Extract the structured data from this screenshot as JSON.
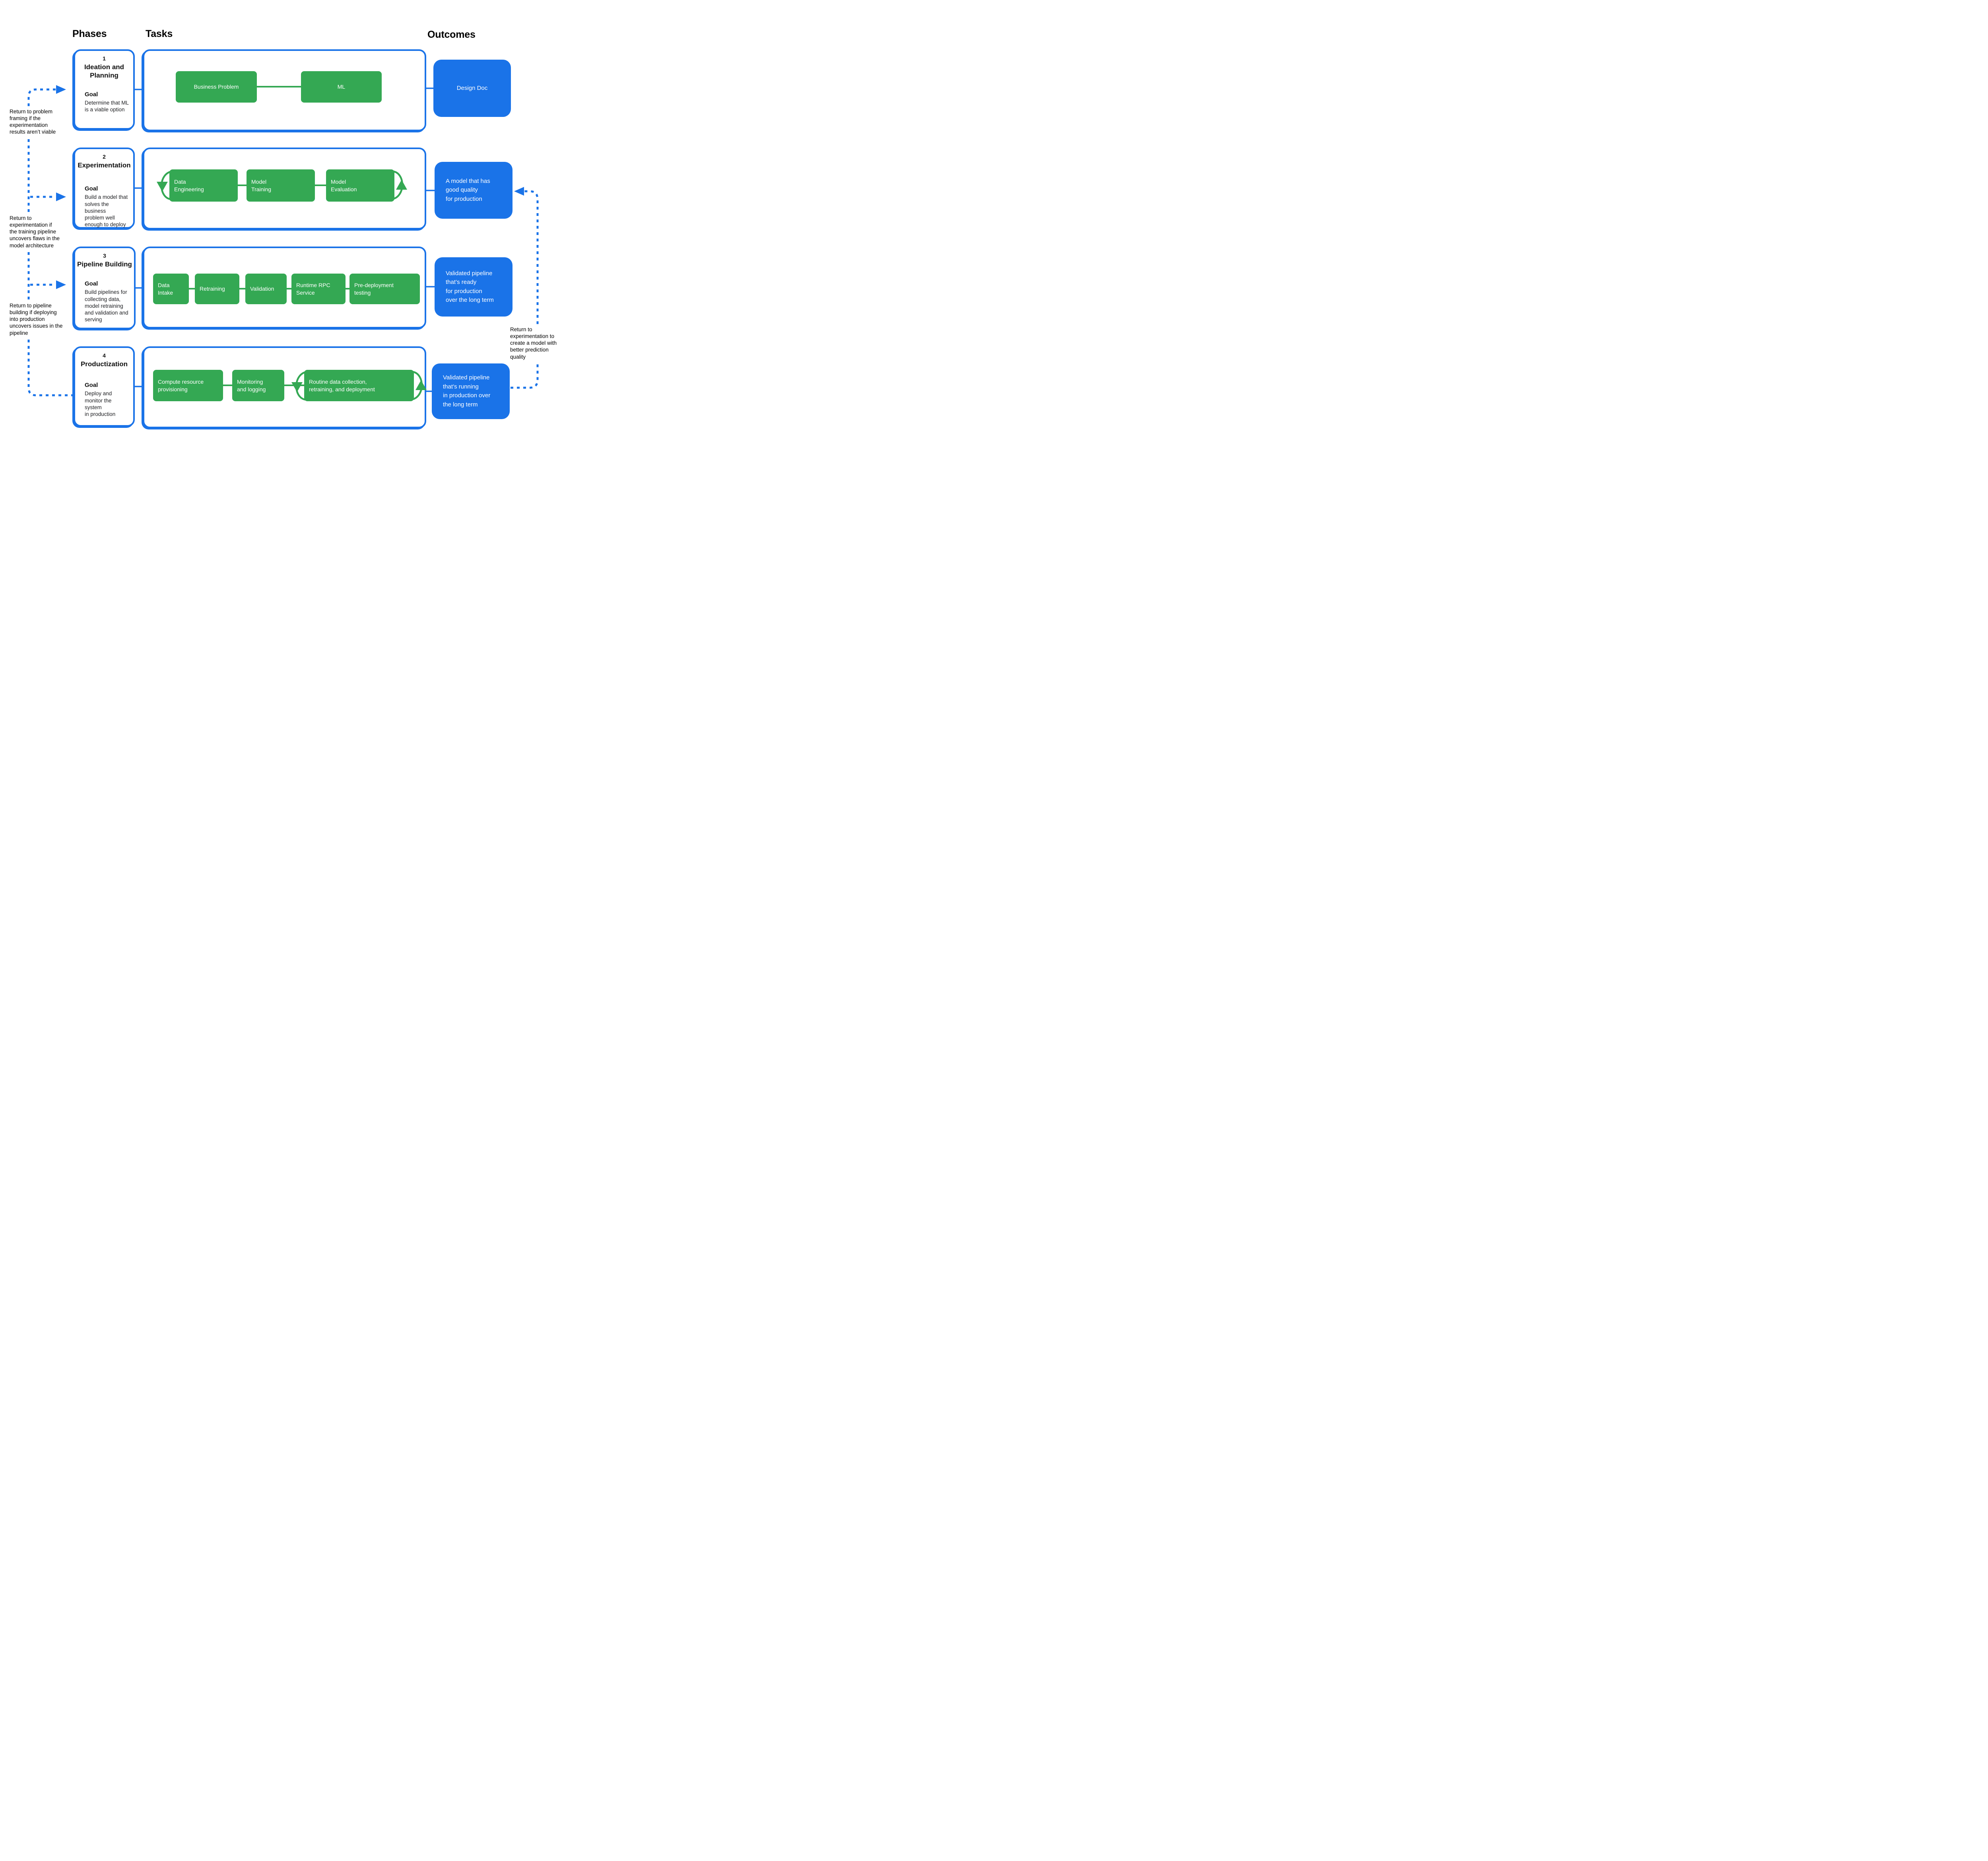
{
  "colors": {
    "blue": "#1A73E8",
    "green": "#34A853",
    "text": "#111111"
  },
  "headers": {
    "phases": "Phases",
    "tasks": "Tasks",
    "outcomes": "Outcomes"
  },
  "phases": [
    {
      "number": "1",
      "title": "Ideation and\nPlanning",
      "goal_label": "Goal",
      "goal": "Determine that ML\nis a viable option"
    },
    {
      "number": "2",
      "title": "Experimentation",
      "goal_label": "Goal",
      "goal": "Build a model that\nsolves the business\nproblem well\nenough to deploy"
    },
    {
      "number": "3",
      "title": "Pipeline Building",
      "goal_label": "Goal",
      "goal": "Build pipelines for\ncollecting data,\nmodel retraining\nand validation and\nserving"
    },
    {
      "number": "4",
      "title": "Productization",
      "goal_label": "Goal",
      "goal": "Deploy and\nmonitor the system\nin production"
    }
  ],
  "tasks": {
    "row1": [
      "Business Problem",
      "ML"
    ],
    "row2": [
      "Data\nEngineering",
      "Model\nTraining",
      "Model\nEvaluation"
    ],
    "row3": [
      "Data\nIntake",
      "Retraining",
      "Validation",
      "Runtime RPC\nService",
      "Pre-deployment\ntesting"
    ],
    "row4": [
      "Compute resource\nprovisioning",
      "Monitoring\nand logging",
      "Routine data collection,\nretraining, and deployment"
    ]
  },
  "outcomes": [
    "Design Doc",
    "A model that has\ngood quality\nfor production",
    "Validated pipeline\nthat’s ready\nfor production\nover the long term",
    "Validated pipeline\nthat’s running\nin production over\nthe long term"
  ],
  "annotations": {
    "left": [
      "Return to problem\nframing if the\nexperimentation\nresults aren’t viable",
      "Return to\nexperimentation if\nthe training pipeline\nuncovers flaws in the\nmodel architecture",
      "Return to pipeline\nbuilding if deploying\ninto production\nuncovers issues in the\npipeline"
    ],
    "right": "Return to\nexperimentation to\ncreate a model with\nbetter prediction\nquality"
  }
}
